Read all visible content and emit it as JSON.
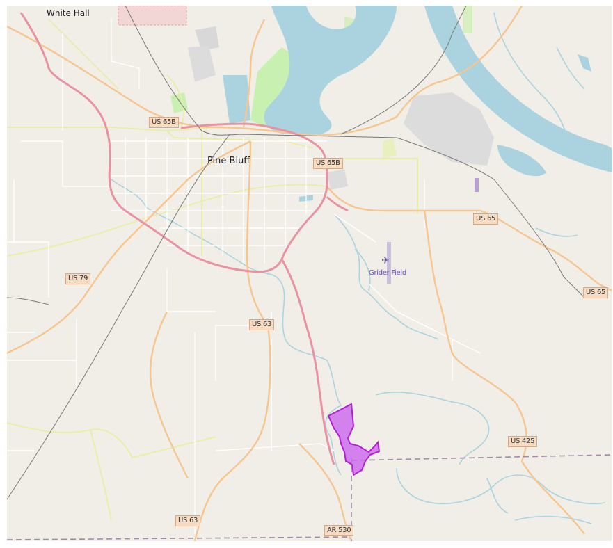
{
  "map": {
    "places": [
      {
        "id": "white-hall",
        "text": "White Hall"
      },
      {
        "id": "pine-bluff",
        "text": "Pine Bluff"
      }
    ],
    "shields": [
      {
        "id": "us65b-west",
        "text": "US 65B"
      },
      {
        "id": "us65b-east",
        "text": "US 65B"
      },
      {
        "id": "us65-north",
        "text": "US 65"
      },
      {
        "id": "us65-east",
        "text": "US 65"
      },
      {
        "id": "us79",
        "text": "US 79"
      },
      {
        "id": "us63-north",
        "text": "US 63"
      },
      {
        "id": "us63-south",
        "text": "US 63"
      },
      {
        "id": "us425",
        "text": "US 425"
      },
      {
        "id": "ar530",
        "text": "AR 530"
      }
    ],
    "airport": {
      "text": "Grider Field",
      "icon": "airplane-icon"
    },
    "colors": {
      "land": "#f1eee8",
      "water": "#aad3df",
      "primary_road": "#e892a2",
      "secondary_road": "#fcd6a4",
      "tertiary_road": "#f7fabf",
      "highlight": "#cc33ff",
      "boundary": "#a08aa8",
      "railway": "#777777"
    }
  }
}
